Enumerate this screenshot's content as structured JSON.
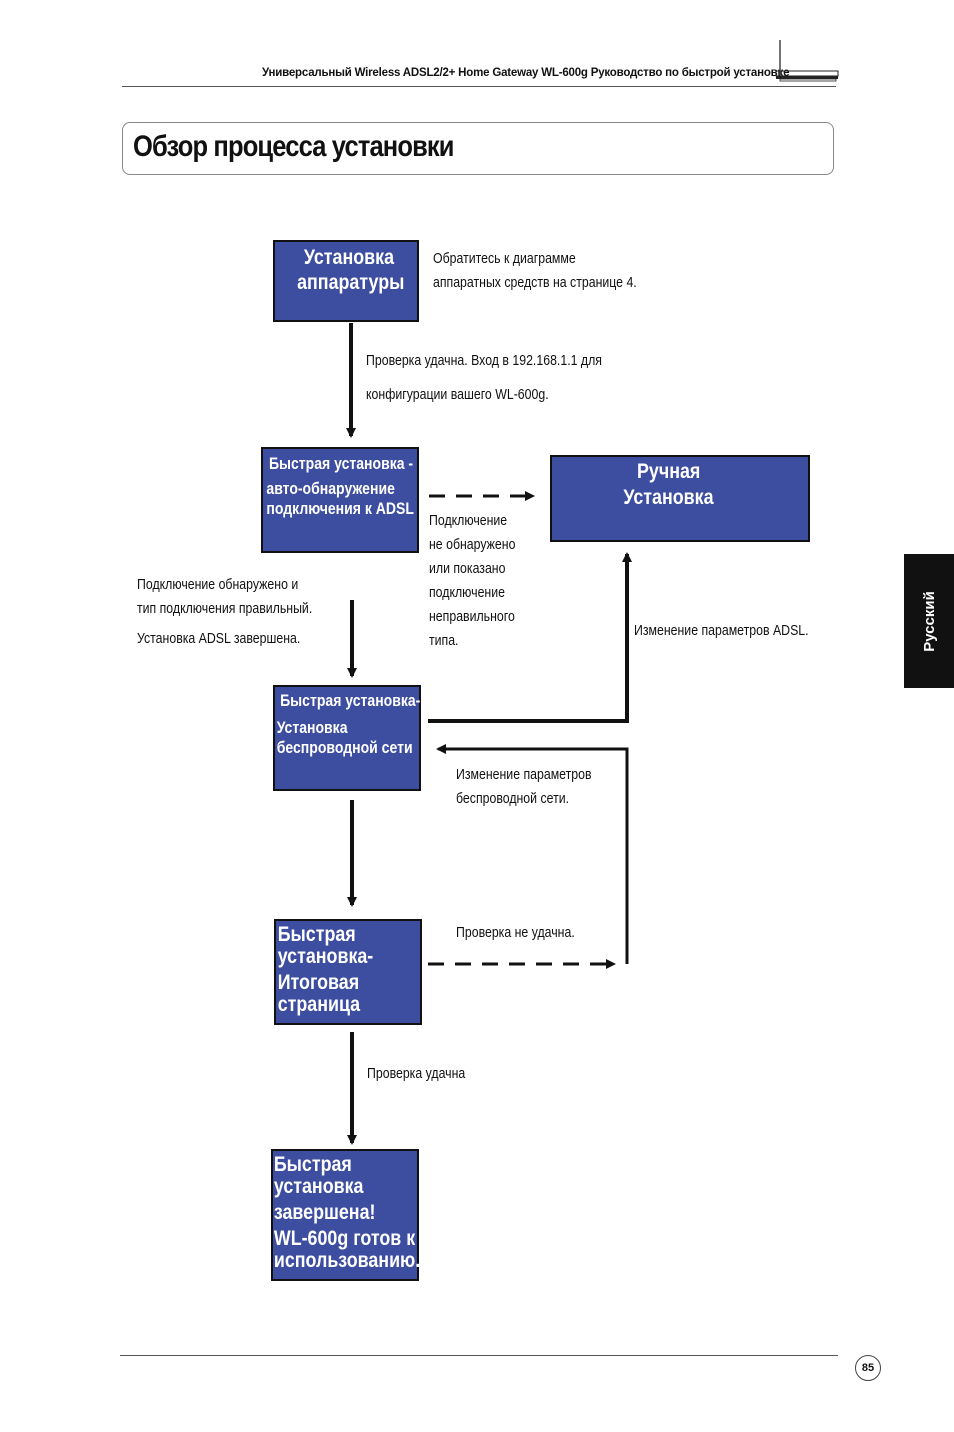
{
  "header": {
    "text": "Универсальный Wireless ADSL2/2+ Home Gateway  WL-600g Руководство по быстрой установке"
  },
  "title": "Обзор процесса установки",
  "side_tab": "Русский",
  "page_number": "85",
  "flow": {
    "hardware": [
      "Установка",
      "аппаратуры"
    ],
    "hardware_note": [
      "Обратитесь к диаграмме",
      "аппаратных средств на странице 4."
    ],
    "check_ok_note": [
      "Проверка удачна. Вход в 192.168.1.1 для",
      "конфигурации вашего  WL-600g."
    ],
    "quick_adsl": [
      "Быстрая установка -",
      "авто-обнаружение",
      "подключения к ADSL"
    ],
    "manual": [
      "Ручная",
      "Установка"
    ],
    "not_detected_note": [
      "Подключение",
      "не обнаружено",
      "или показано",
      "подключение",
      "неправильного",
      "типа."
    ],
    "detected_note": [
      "Подключение обнаружено и",
      "тип подключения правильный.",
      "Установка ADSL завершена."
    ],
    "change_adsl_note": "Изменение параметров ADSL.",
    "quick_wireless": [
      "Быстрая установка-",
      "Установка",
      "беспроводной сети"
    ],
    "change_wireless_note": [
      "Изменение параметров",
      "беспроводной сети."
    ],
    "quick_summary": [
      "Быстрая",
      "установка-",
      "Итоговая",
      "страница"
    ],
    "check_fail_note": "Проверка не удачна.",
    "check_ok2_note": "Проверка удачна",
    "done": [
      "Быстрая",
      "установка",
      "завершена!",
      "WL-600g готов к",
      "использованию."
    ]
  },
  "colors": {
    "box_fill": "#3d4da0",
    "box_text": "#ffffff",
    "side_tab": "#111111"
  }
}
